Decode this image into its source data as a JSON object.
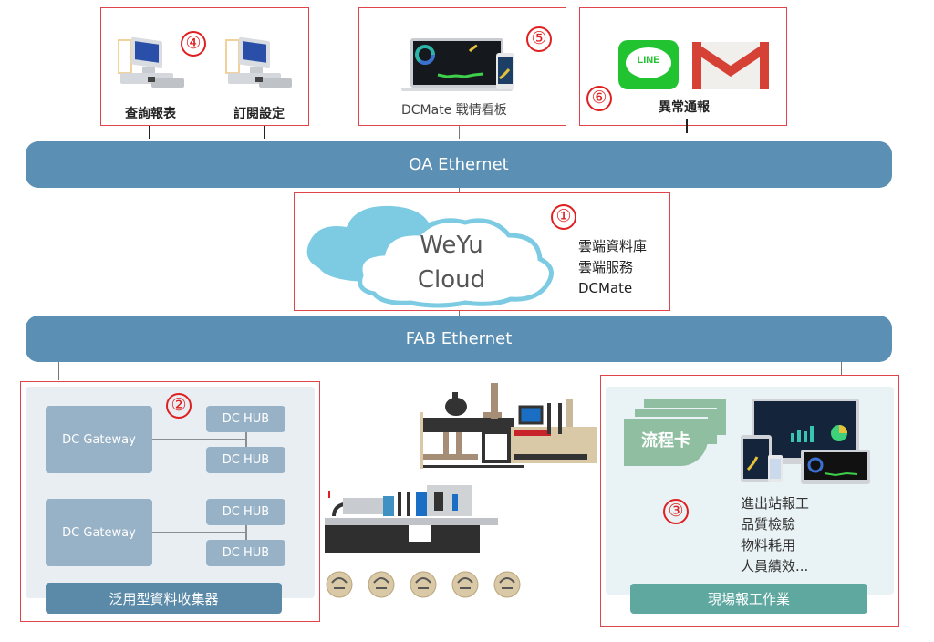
{
  "top_sections": {
    "reports": {
      "badge": "④",
      "items": [
        {
          "label": "查詢報表",
          "icon": "desktop-pc-icon"
        },
        {
          "label": "訂閱設定",
          "icon": "desktop-pc-icon"
        }
      ]
    },
    "dashboard": {
      "badge": "⑤",
      "label": "DCMate 戰情看板",
      "icon": "laptop-phone-dashboard-icon"
    },
    "alerts": {
      "badge": "⑥",
      "label": "異常通報",
      "icons": [
        "line-app-icon",
        "gmail-icon"
      ],
      "line_text": "LINE"
    }
  },
  "buses": {
    "oa": "OA Ethernet",
    "fab": "FAB Ethernet"
  },
  "cloud": {
    "badge": "①",
    "title_line1": "WeYu",
    "title_line2": "Cloud",
    "services": [
      "雲端資料庫",
      "雲端服務",
      "DCMate"
    ]
  },
  "collector": {
    "badge": "②",
    "gateways": [
      {
        "label": "DC Gateway",
        "hubs": [
          "DC HUB",
          "DC HUB"
        ]
      },
      {
        "label": "DC Gateway",
        "hubs": [
          "DC HUB",
          "DC HUB"
        ]
      }
    ],
    "footer": "泛用型資料收集器"
  },
  "field_reporting": {
    "badge": "③",
    "card_label": "流程卡",
    "tasks": [
      "進出站報工",
      "品質檢驗",
      "物料耗用",
      "人員績效..."
    ],
    "footer": "現場報工作業"
  },
  "machines": {
    "icons": [
      "injection-machine-icon",
      "injection-machine-icon",
      "gas-meter-icon"
    ],
    "meter_count": 5
  },
  "colors": {
    "bus": "#5b8fb3",
    "red_outline": "#e0454b",
    "badge_red": "#e02020",
    "dc_box": "#97b2c6",
    "collector_footer": "#5b8aa8",
    "field_footer": "#5fa8a0",
    "card_green": "#8fbfa0",
    "cloud_blue": "#7ccbe3"
  }
}
